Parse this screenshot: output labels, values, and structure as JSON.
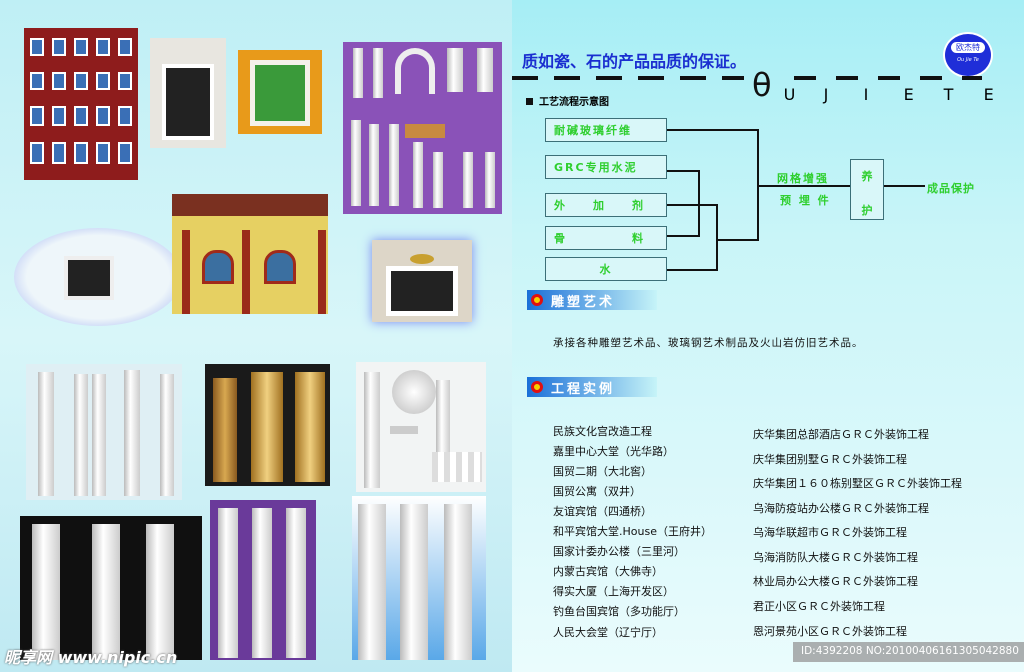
{
  "header": {
    "slogan": "质如瓷、石的产品品质的保证。",
    "brand_letters": [
      "θ",
      "U",
      "J",
      "I",
      "E",
      "T",
      "E"
    ],
    "logo_text": "欧杰特",
    "logo_sub": "Ou Jie Te"
  },
  "process": {
    "title": "工艺流程示意图",
    "inputs": [
      "耐碱玻璃纤维",
      "GRC专用水泥",
      "外　　加　　剂",
      "骨　　　　　料",
      "水"
    ],
    "mid_labels": [
      "网格增强",
      "预 埋 件"
    ],
    "cure": [
      "养",
      "护"
    ],
    "output": "成品保护"
  },
  "sculpture": {
    "title": "雕塑艺术",
    "text": "承接各种雕塑艺术品、玻璃钢艺术制品及火山岩仿旧艺术品。"
  },
  "projects": {
    "title": "工程实例",
    "left": [
      "民族文化宫改造工程",
      "嘉里中心大堂（光华路）",
      "国贸二期（大北窖）",
      "国贸公寓（双井）",
      "友谊宾馆（四通桥）",
      "和平宾馆大堂.House（王府井）",
      "国家计委办公楼（三里河）",
      "内蒙古宾馆（大佛寺）",
      "得实大厦（上海开发区）",
      "钓鱼台国宾馆（多功能厅）",
      "人民大会堂（辽宁厅）"
    ],
    "right": [
      "庆华集团总部酒店ＧＲＣ外装饰工程",
      "庆华集团别墅ＧＲＣ外装饰工程",
      "庆华集团１６０栋别墅区ＧＲＣ外装饰工程",
      "乌海防疫站办公楼ＧＲＣ外装饰工程",
      "乌海华联超市ＧＲＣ外装饰工程",
      "乌海消防队大楼ＧＲＣ外装饰工程",
      "林业局办公大楼ＧＲＣ外装饰工程",
      "君正小区ＧＲＣ外装饰工程",
      "恩河景苑小区ＧＲＣ外装饰工程"
    ]
  },
  "watermark": {
    "site": "昵享网 www.nipic.cn",
    "id": "ID:4392208 NO:20100406161305042880"
  }
}
